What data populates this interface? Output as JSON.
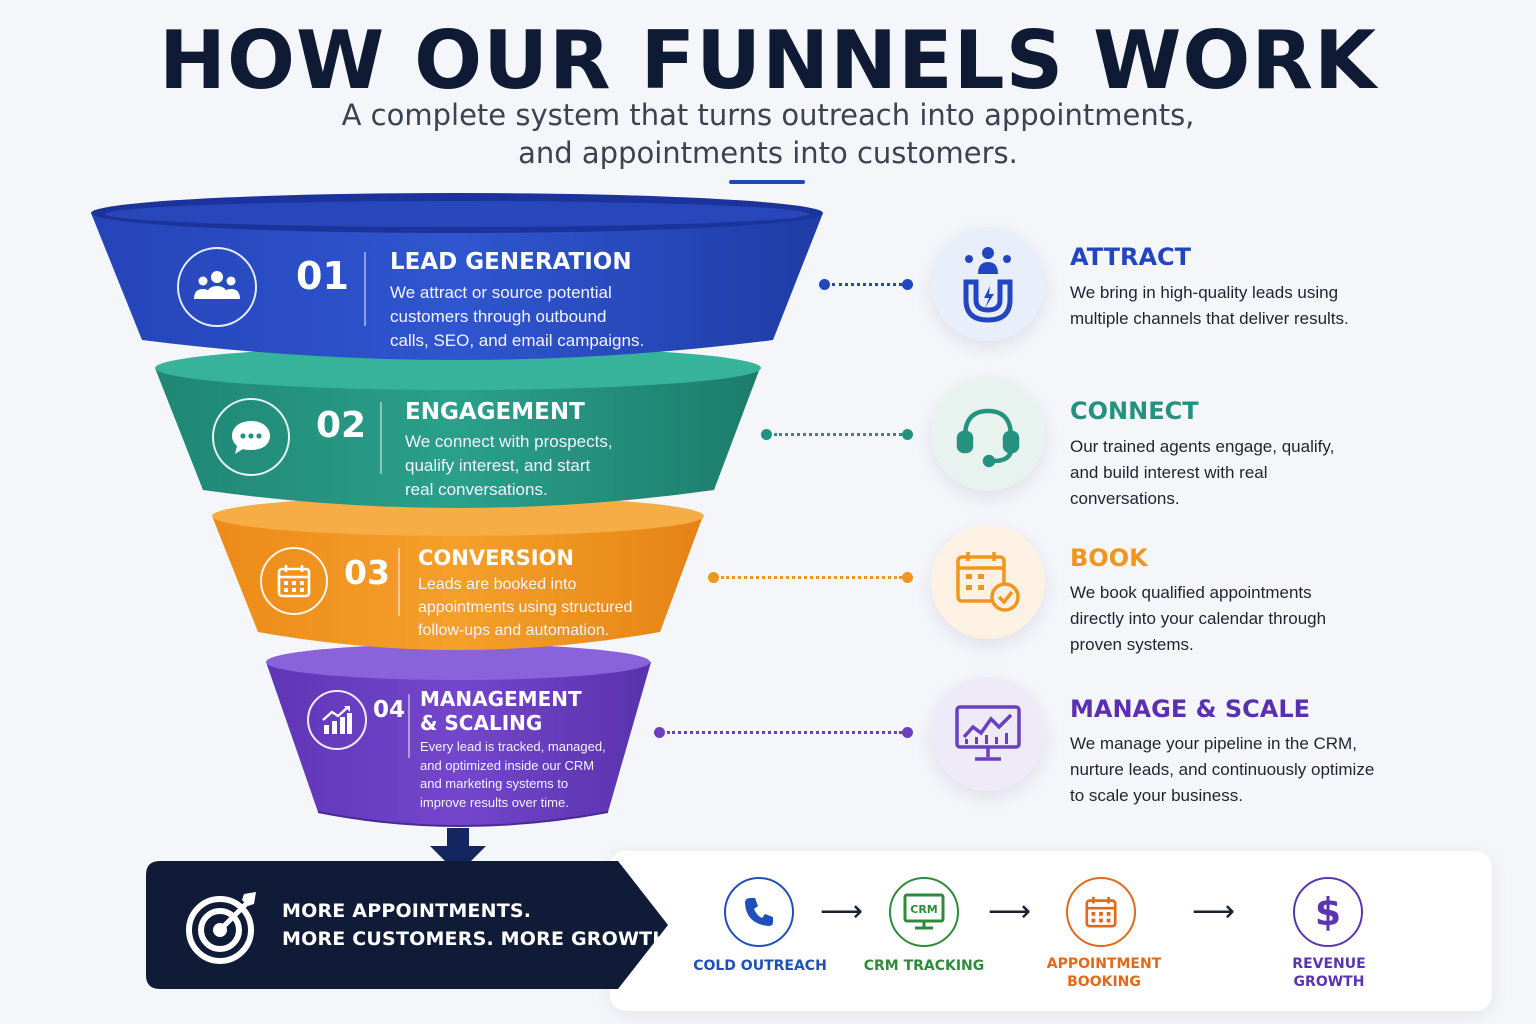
{
  "header": {
    "title": "HOW OUR FUNNELS WORK",
    "subtitle_line1": "A complete system that turns outreach into appointments,",
    "subtitle_line2": "and appointments into customers."
  },
  "colors": {
    "blue": "#2346c0",
    "teal": "#25927f",
    "orange": "#f0951f",
    "purple": "#6a3fc0",
    "navy": "#101b37"
  },
  "stages": [
    {
      "number": "01",
      "title": "LEAD GENERATION",
      "icon": "users-group-icon",
      "desc": [
        "We attract or source potential",
        "customers through outbound",
        "calls, SEO, and email campaigns."
      ]
    },
    {
      "number": "02",
      "title": "ENGAGEMENT",
      "icon": "chat-bubble-icon",
      "desc": [
        "We connect with prospects,",
        "qualify interest, and start",
        "real conversations."
      ]
    },
    {
      "number": "03",
      "title": "CONVERSION",
      "icon": "calendar-icon",
      "desc": [
        "Leads are booked into",
        "appointments using structured",
        "follow-ups and automation."
      ]
    },
    {
      "number": "04",
      "title_line1": "MANAGEMENT",
      "title_line2": "& SCALING",
      "icon": "growth-chart-icon",
      "desc": [
        "Every lead is tracked, managed,",
        "and optimized inside our CRM",
        "and marketing systems to",
        "improve results over time."
      ]
    }
  ],
  "outcomes": [
    {
      "title": "ATTRACT",
      "icon": "magnet-icon",
      "desc": [
        "We bring in high-quality leads using",
        "multiple channels that deliver results."
      ]
    },
    {
      "title": "CONNECT",
      "icon": "headset-icon",
      "desc": [
        "Our trained agents engage, qualify,",
        "and build interest with real",
        "conversations."
      ]
    },
    {
      "title": "BOOK",
      "icon": "calendar-check-icon",
      "desc": [
        "We book qualified appointments",
        "directly into your calendar through",
        "proven systems."
      ]
    },
    {
      "title": "MANAGE & SCALE",
      "icon": "dashboard-monitor-icon",
      "desc": [
        "We manage your pipeline in the CRM,",
        "nurture leads, and continuously optimize",
        "to scale your business."
      ]
    }
  ],
  "banner": {
    "icon": "target-icon",
    "line1": "MORE APPOINTMENTS.",
    "line2": "MORE CUSTOMERS. MORE GROWTH."
  },
  "process": [
    {
      "label_line1": "COLD OUTREACH",
      "label_line2": "",
      "icon": "phone-icon",
      "color": "#1f4fb8"
    },
    {
      "label_line1": "CRM TRACKING",
      "label_line2": "",
      "icon": "crm-monitor-icon",
      "icon_text": "CRM",
      "color": "#2f8a3a"
    },
    {
      "label_line1": "APPOINTMENT",
      "label_line2": "BOOKING",
      "icon": "calendar-icon",
      "color": "#e06a1b"
    },
    {
      "label_line1": "REVENUE",
      "label_line2": "GROWTH",
      "icon": "dollar-icon",
      "icon_text": "$",
      "color": "#5b35b0"
    }
  ]
}
